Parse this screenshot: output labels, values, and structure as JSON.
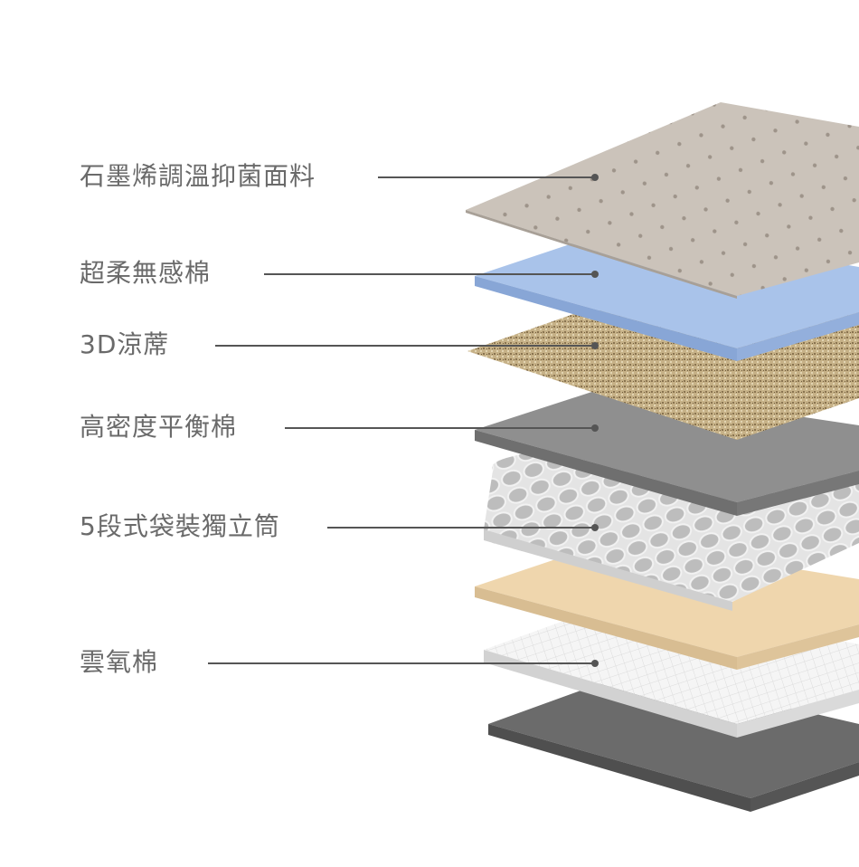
{
  "layers": [
    {
      "label": "石墨烯調溫抑菌面料"
    },
    {
      "label": "超柔無感棉"
    },
    {
      "label": "3D涼蓆"
    },
    {
      "label": "高密度平衡棉"
    },
    {
      "label": "5段式袋裝獨立筒"
    },
    {
      "label": "雲氧棉"
    }
  ],
  "colors": {
    "text": "#6a6a6a",
    "leader_line": "#555555",
    "fabric": "#c9c1b8",
    "foam_blue": "#a9c3ea",
    "mesh_beige": "#c6b187",
    "balance_gray": "#8f8f8f",
    "springs": "#d6d6d6",
    "tan_foam": "#efd6ad",
    "white_mesh": "#f3f3f3",
    "base_dark": "#666666"
  }
}
